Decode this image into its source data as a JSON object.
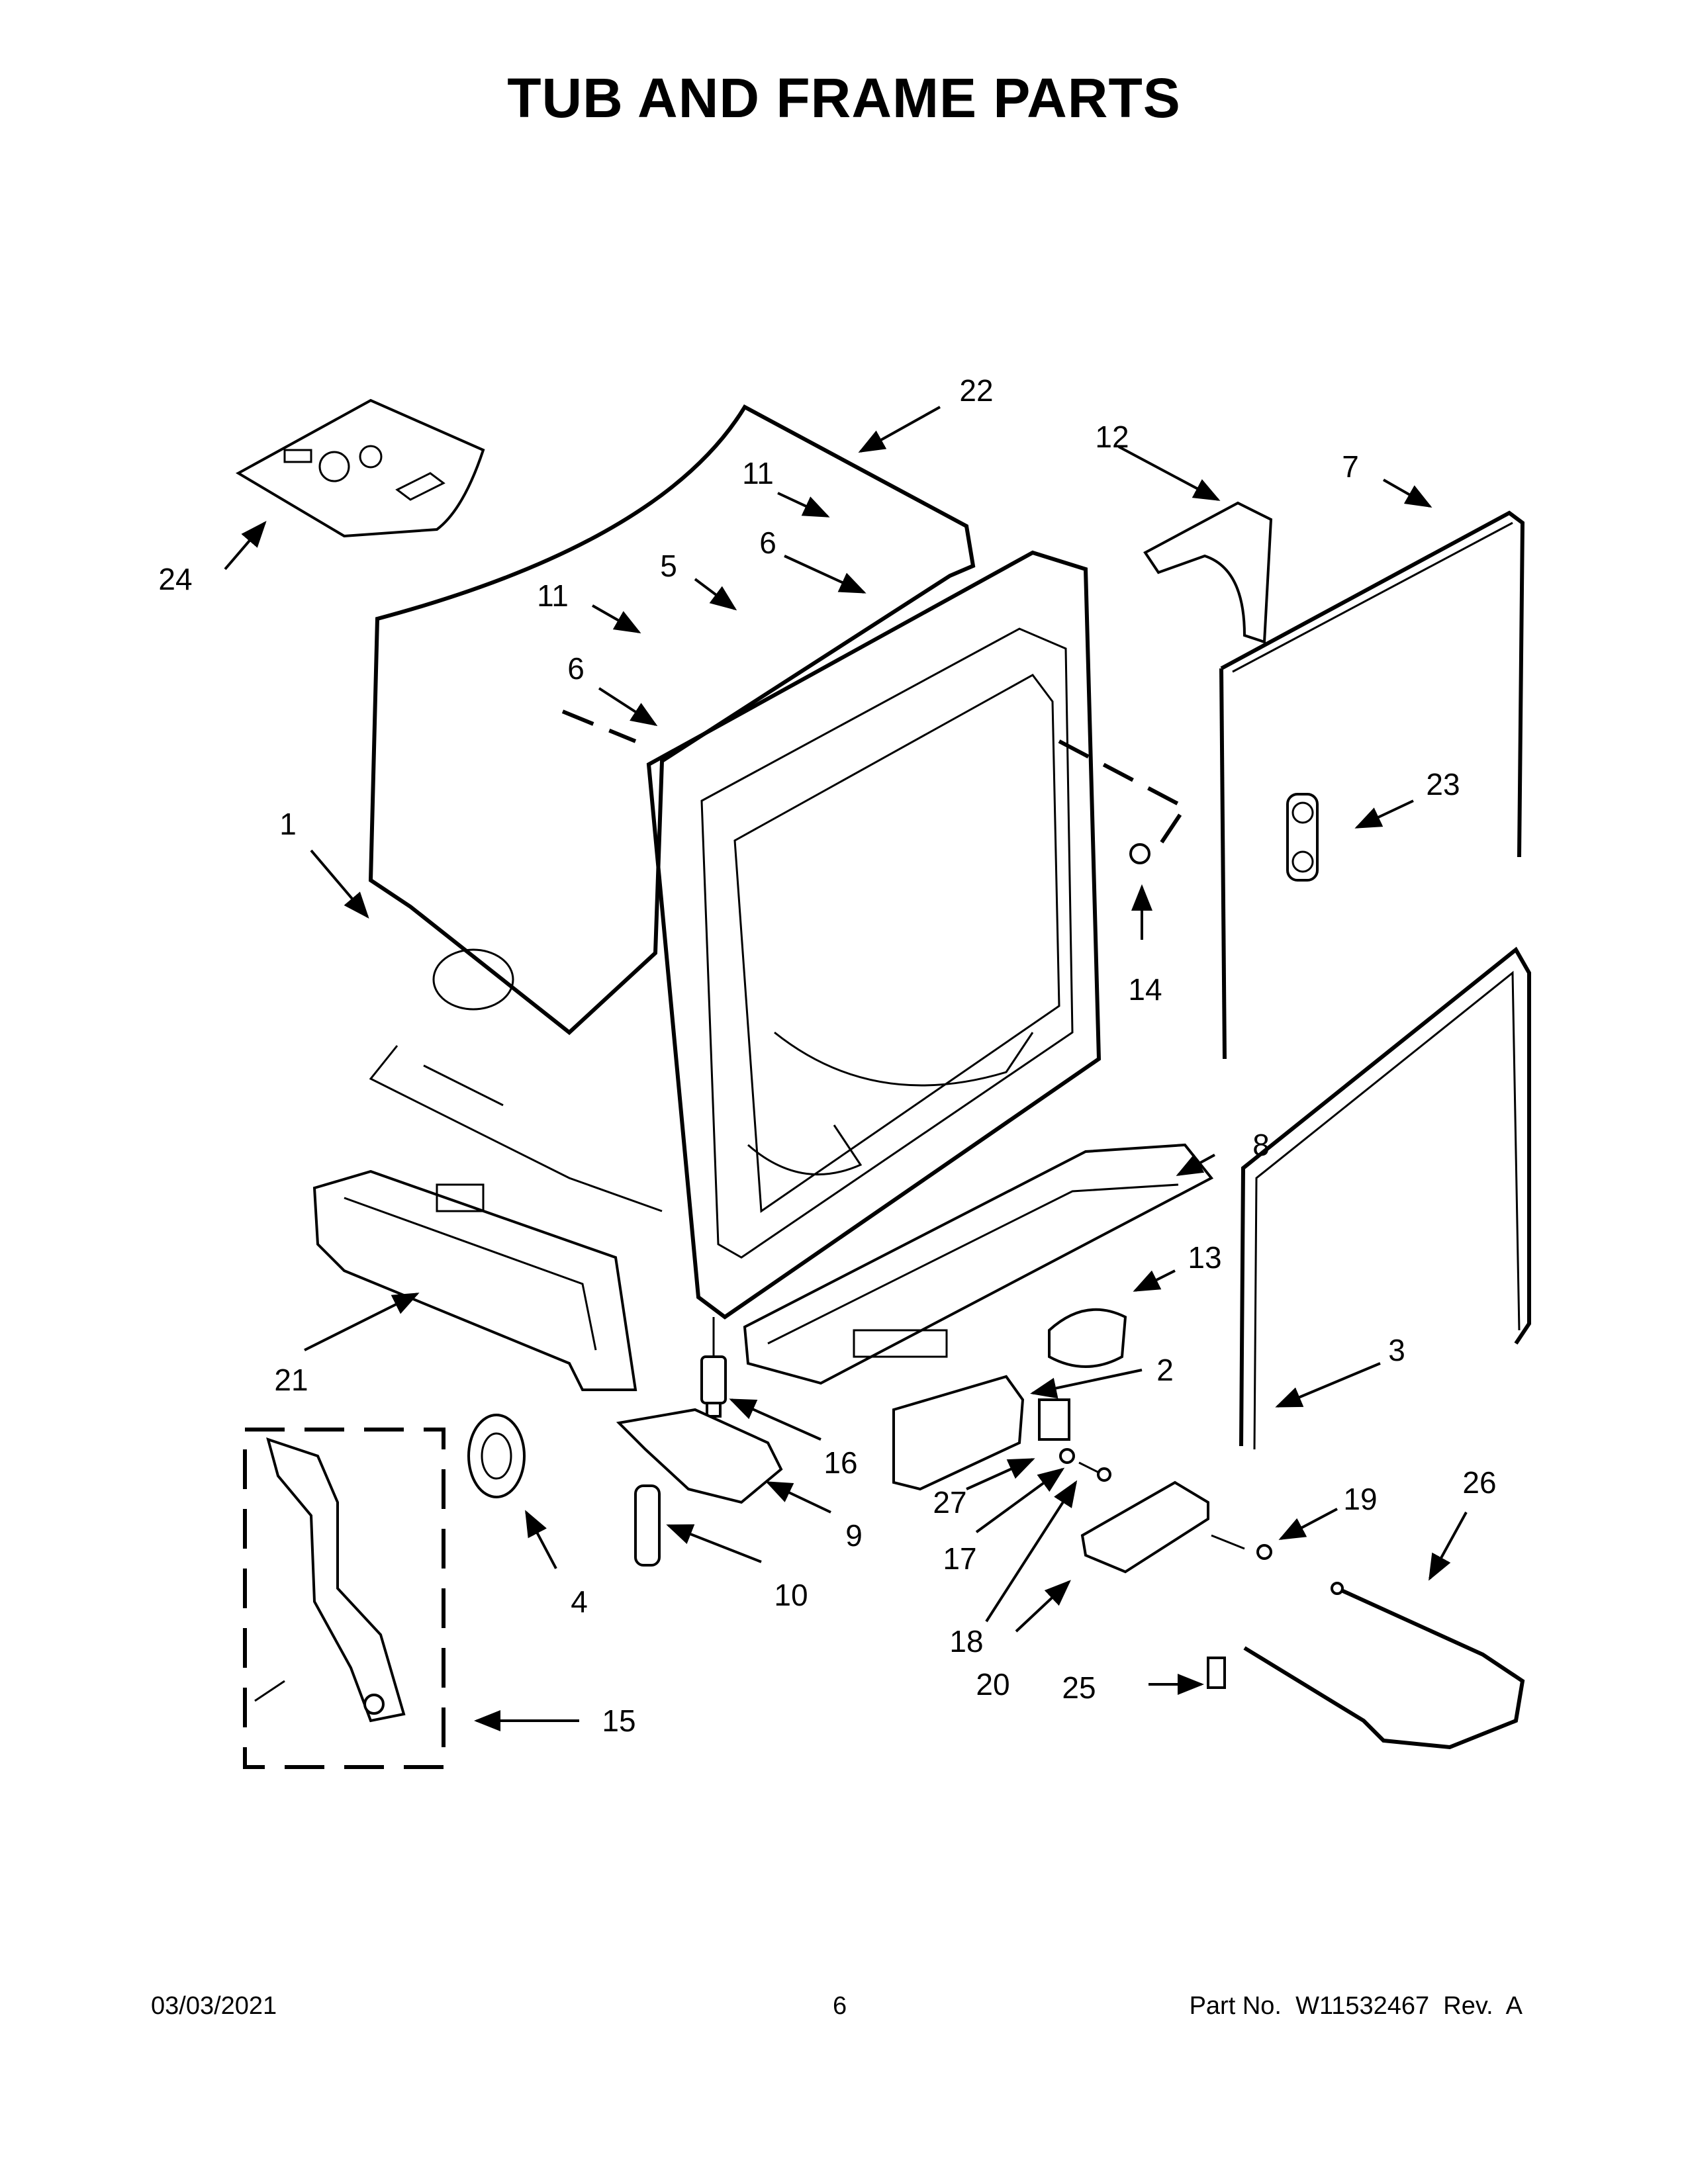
{
  "title": "TUB AND FRAME PARTS",
  "callouts": [
    "1",
    "2",
    "3",
    "4",
    "5",
    "6",
    "6",
    "7",
    "8",
    "9",
    "10",
    "11",
    "11",
    "12",
    "13",
    "14",
    "15",
    "16",
    "17",
    "18",
    "19",
    "20",
    "21",
    "22",
    "23",
    "24",
    "25",
    "26",
    "27"
  ],
  "footer": {
    "date": "03/03/2021",
    "page": "6",
    "part": "Part No.  W11532467  Rev.  A"
  }
}
